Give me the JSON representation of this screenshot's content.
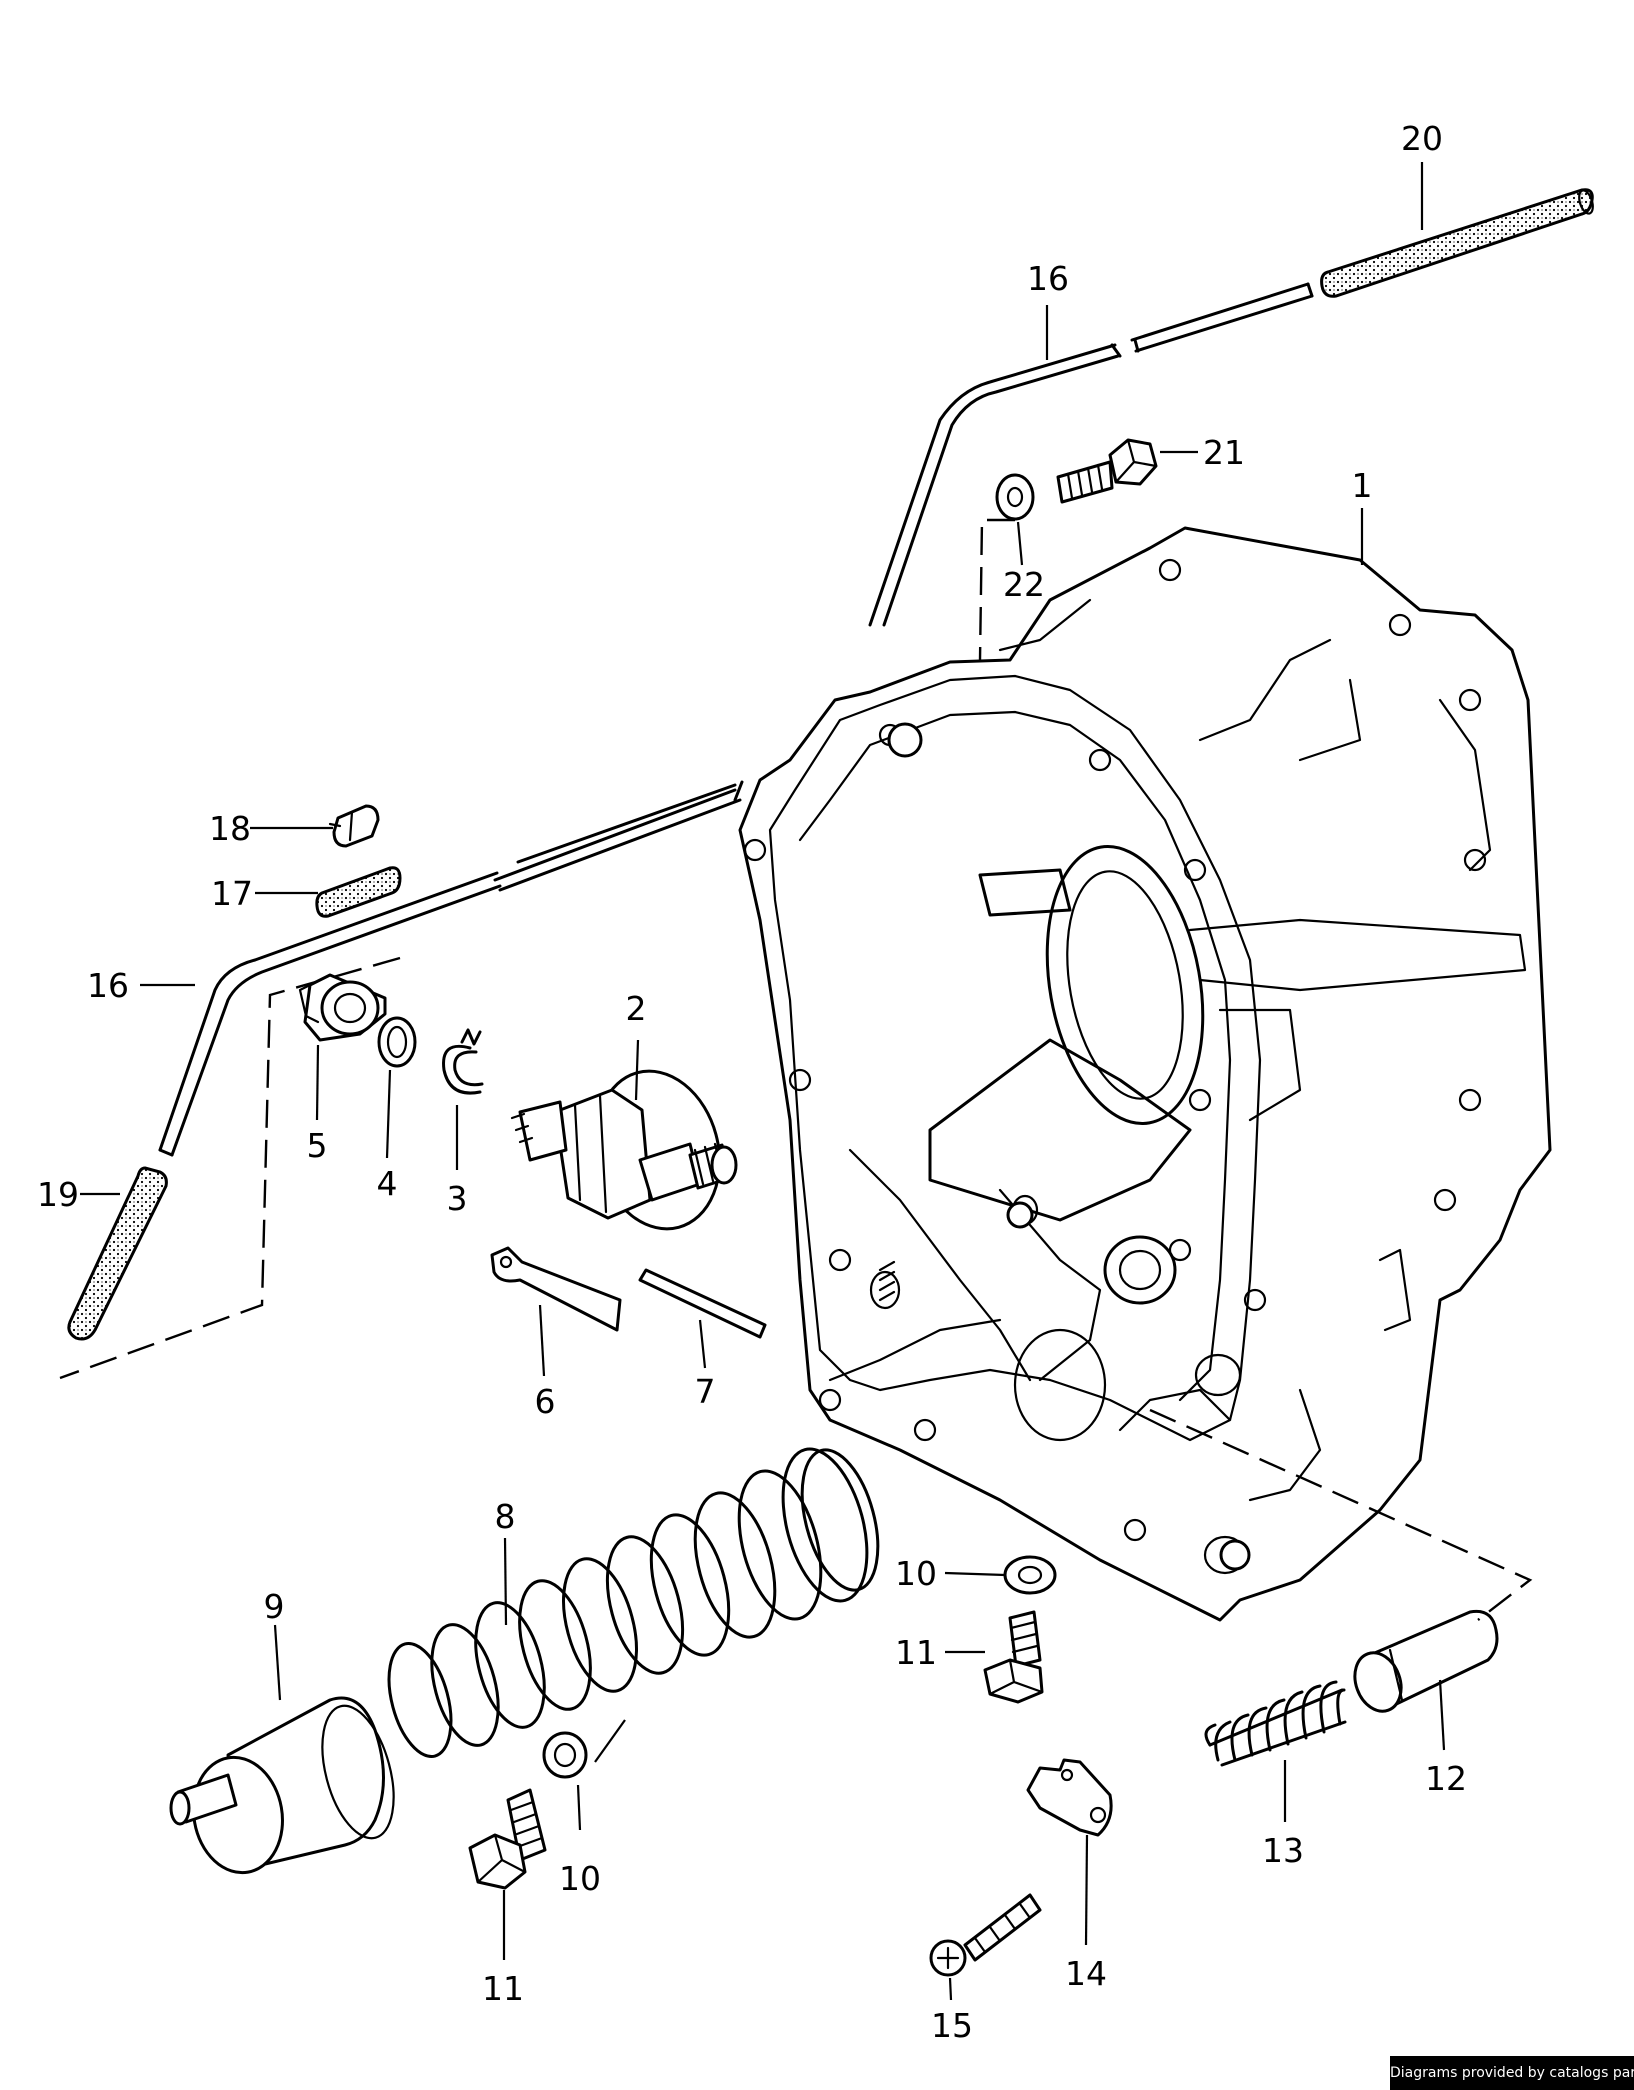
{
  "callouts": {
    "c1": "1",
    "c2": "2",
    "c3": "3",
    "c4": "4",
    "c5": "5",
    "c6": "6",
    "c7": "7",
    "c8": "8",
    "c9": "9",
    "c10a": "10",
    "c10b": "10",
    "c11a": "11",
    "c11b": "11",
    "c12": "12",
    "c13": "13",
    "c14": "14",
    "c15": "15",
    "c16a": "16",
    "c16b": "16",
    "c17": "17",
    "c18": "18",
    "c19": "19",
    "c20": "20",
    "c21": "21",
    "c22": "22"
  },
  "credit": "Diagrams provided by catalogs parts"
}
